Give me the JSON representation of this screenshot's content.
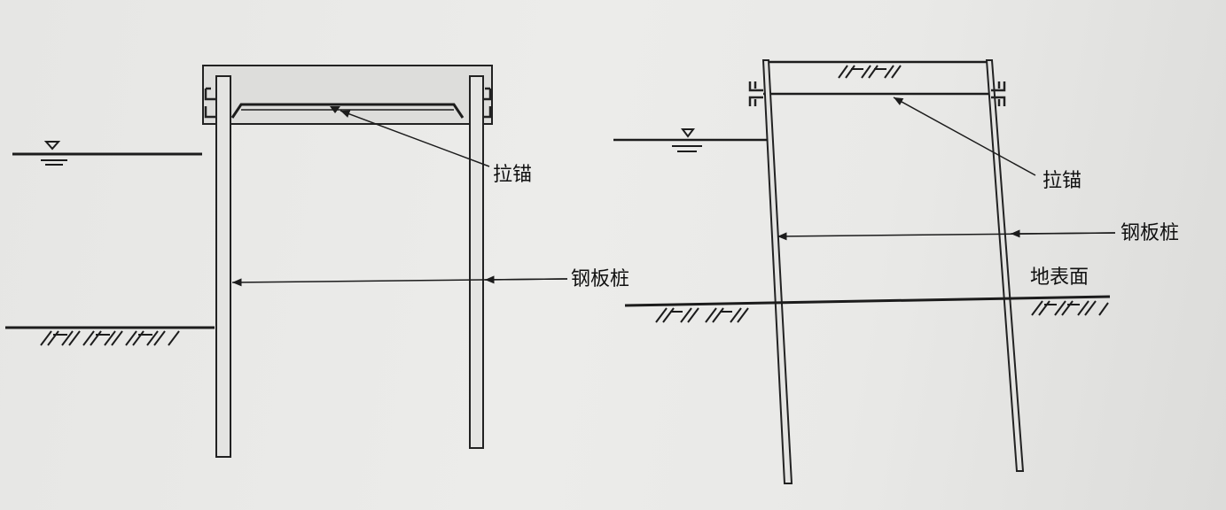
{
  "diagram_a": {
    "anchor_label": "拉锚",
    "sheet_pile_label": "钢板桩"
  },
  "diagram_b": {
    "anchor_label": "拉锚",
    "sheet_pile_label": "钢板桩",
    "ground_surface_label": "地表面"
  },
  "colors": {
    "background": "#e9e9e7",
    "ink": "#1c1c1c"
  }
}
